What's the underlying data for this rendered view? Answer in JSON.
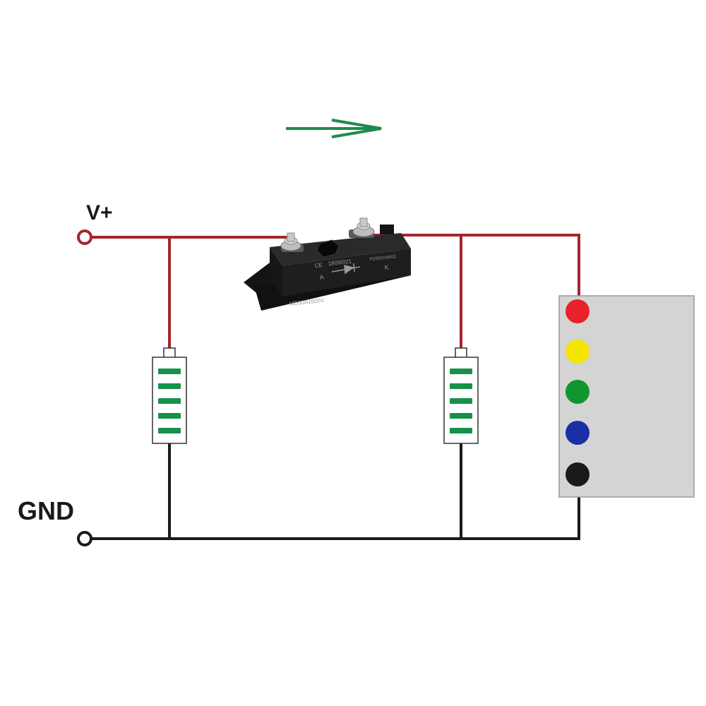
{
  "terminals": {
    "positive": {
      "label": "V+"
    },
    "ground": {
      "label": "GND"
    }
  },
  "diode_module": {
    "marking_top_left": "CE",
    "marking_top_mid": "1809/021",
    "marking_top_right": "P2202104052",
    "anode_label": "A",
    "cathode_label": "K",
    "part_number": "MD50A1600V"
  },
  "colors": {
    "positive_wire": "#a3262e",
    "ground_wire": "#1a1a1a",
    "flow_arrow": "#1f8a4c",
    "resistor_band": "#169149",
    "module_body": "#1e1e1e",
    "panel_fill": "#d4d4d4",
    "port_colors": [
      "#e8222b",
      "#f3e500",
      "#10962f",
      "#1a2fa6",
      "#1a1a1a"
    ]
  },
  "icons": {
    "flow": "right-arrow-icon",
    "terminal": "ring-terminal-icon"
  }
}
